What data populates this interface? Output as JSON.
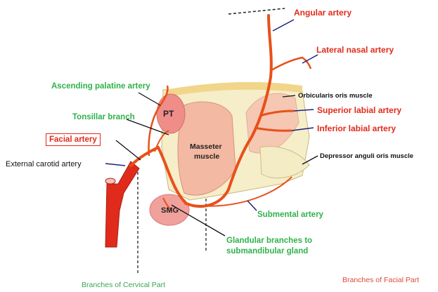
{
  "labels": {
    "angular_artery": "Angular artery",
    "lateral_nasal_artery": "Lateral nasal artery",
    "ascending_palatine_artery": "Ascending palatine artery",
    "orbicularis_oris_muscle": "Orbicularis oris muscle",
    "superior_labial_artery": "Superior labial artery",
    "tonsillar_branch": "Tonsillar branch",
    "inferior_labial_artery": "Inferior labial artery",
    "facial_artery": "Facial artery",
    "external_carotid_artery": "External carotid artery",
    "depressor_anguli_oris_muscle": "Depressor anguli oris muscle",
    "pt": "PT",
    "masseter_muscle_line1": "Masseter",
    "masseter_muscle_line2": "muscle",
    "smg": "SMG",
    "submental_artery": "Submental artery",
    "glandular_branches_line1": "Glandular branches to",
    "glandular_branches_line2": "submandibular gland",
    "branches_cervical": "Branches of Cervical Part",
    "branches_facial": "Branches of Facial Part"
  },
  "colors": {
    "artery": "#e8501a",
    "artery_dark": "#d9391a",
    "carotid": "#e02b1c",
    "label_red": "#e02b1c",
    "label_green": "#2fb24a",
    "muscle": "#f2b9a3",
    "jaw": "#f4ecc4",
    "gland": "#f08a86"
  }
}
